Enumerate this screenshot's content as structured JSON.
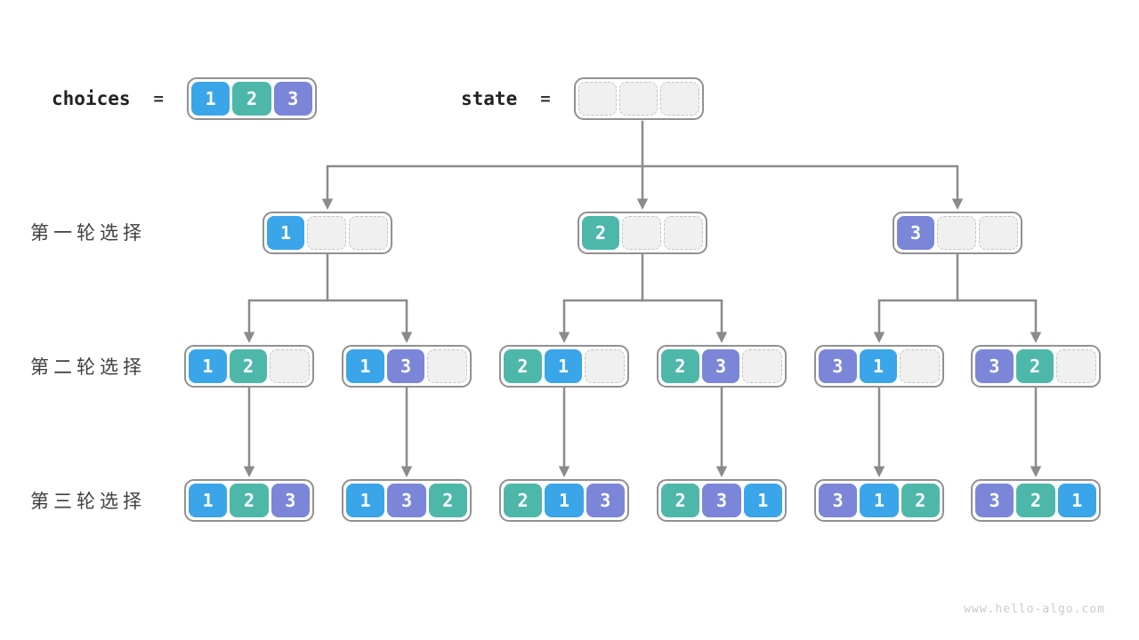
{
  "header": {
    "choices_label": "choices",
    "equals": "=",
    "choices_cells": [
      "1",
      "2",
      "3"
    ],
    "state_label": "state",
    "state_cells": [
      "",
      "",
      ""
    ]
  },
  "colors": {
    "1": "#3aa5e9",
    "2": "#4db8aa",
    "3": "#7b86d8",
    "empty_fill": "#f0f0f0",
    "empty_border": "#c3c3c3",
    "container_border": "#919191",
    "arrow": "#8b8b8b",
    "label_text": "#404040",
    "code_text": "#222222",
    "watermark_text": "#cbcbcb"
  },
  "rows": [
    {
      "label": "第一轮选择",
      "nodes": [
        [
          "1",
          "",
          ""
        ],
        [
          "2",
          "",
          ""
        ],
        [
          "3",
          "",
          ""
        ]
      ]
    },
    {
      "label": "第二轮选择",
      "nodes": [
        [
          "1",
          "2",
          ""
        ],
        [
          "1",
          "3",
          ""
        ],
        [
          "2",
          "1",
          ""
        ],
        [
          "2",
          "3",
          ""
        ],
        [
          "3",
          "1",
          ""
        ],
        [
          "3",
          "2",
          ""
        ]
      ]
    },
    {
      "label": "第三轮选择",
      "nodes": [
        [
          "1",
          "2",
          "3"
        ],
        [
          "1",
          "3",
          "2"
        ],
        [
          "2",
          "1",
          "3"
        ],
        [
          "2",
          "3",
          "1"
        ],
        [
          "3",
          "1",
          "2"
        ],
        [
          "3",
          "2",
          "1"
        ]
      ]
    }
  ],
  "watermark": "www.hello-algo.com"
}
